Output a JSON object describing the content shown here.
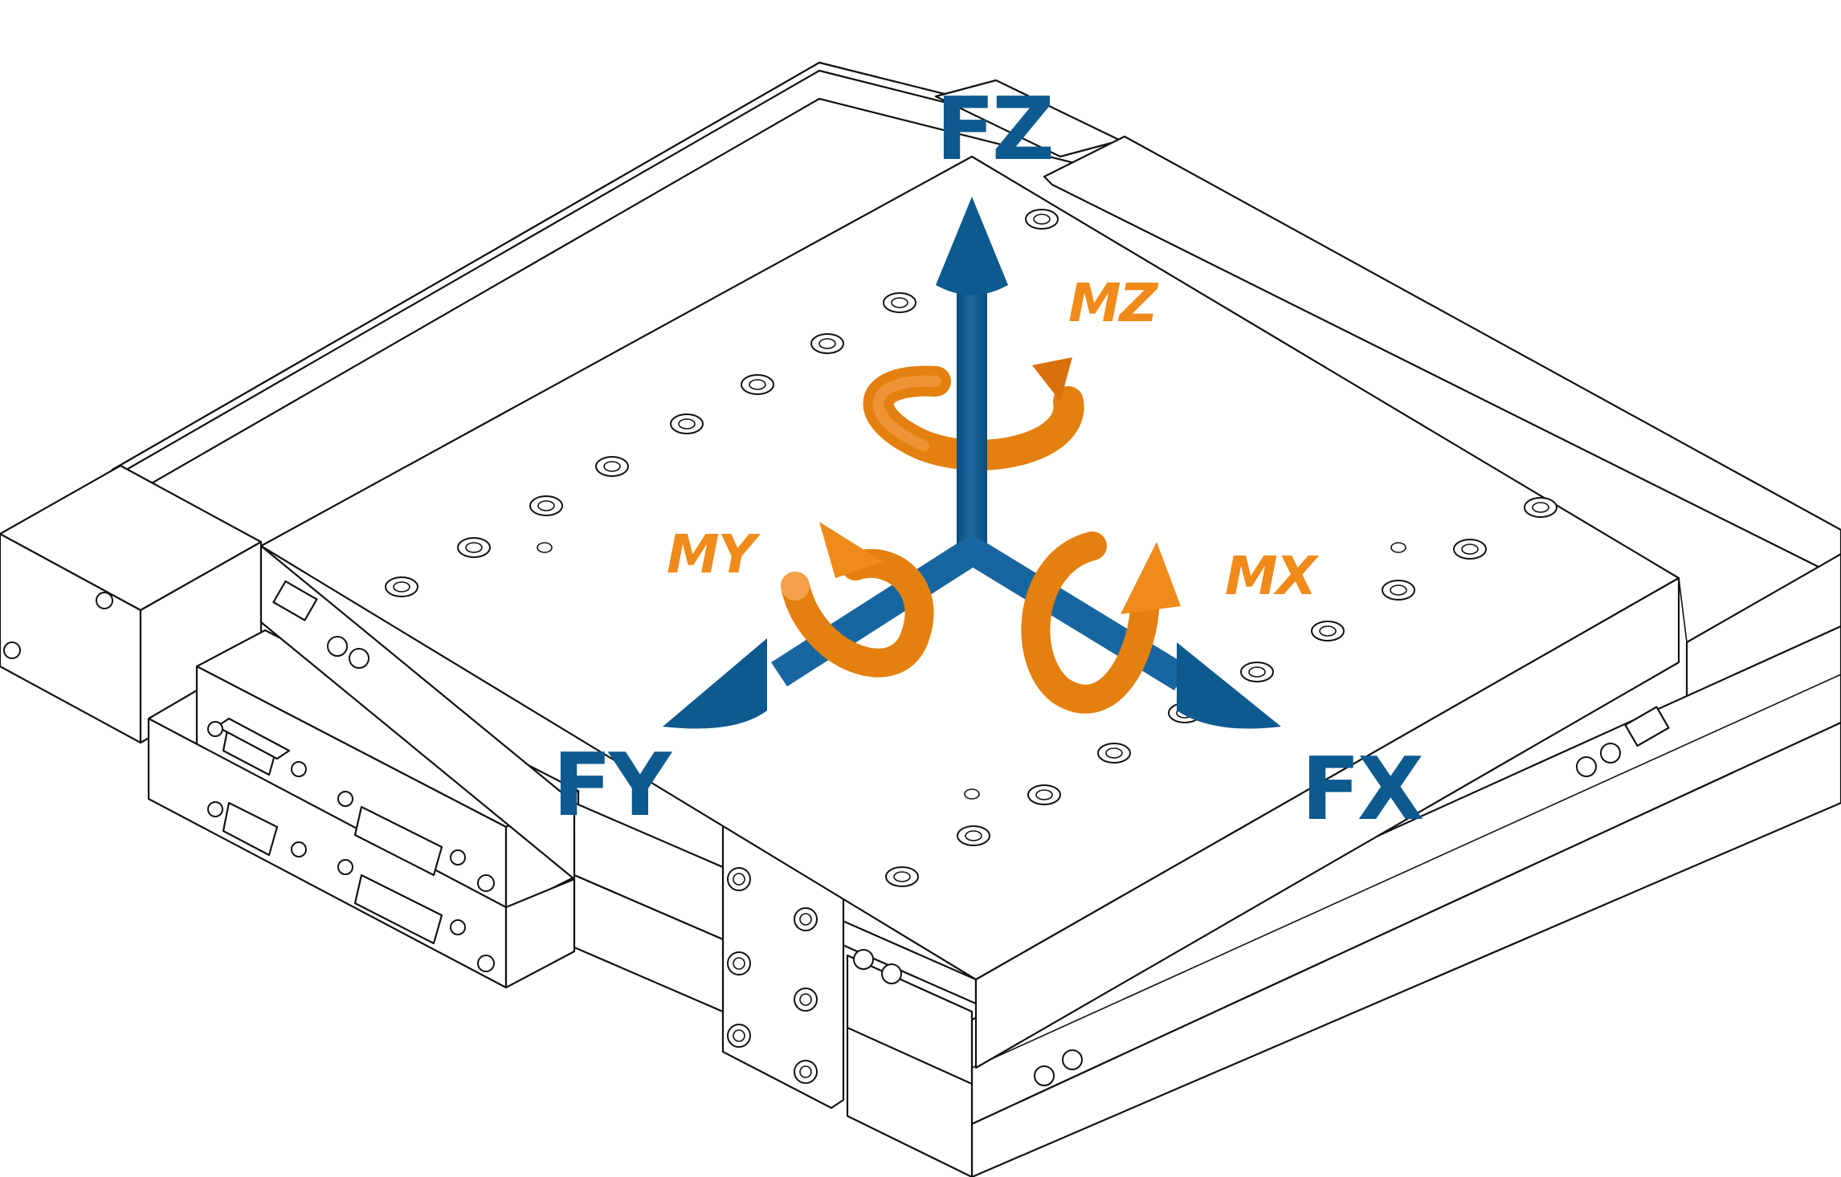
{
  "diagram": {
    "axes": [
      {
        "id": "fz",
        "label": "FZ",
        "kind": "force"
      },
      {
        "id": "fx",
        "label": "FX",
        "kind": "force"
      },
      {
        "id": "fy",
        "label": "FY",
        "kind": "force"
      }
    ],
    "moments": [
      {
        "id": "mz",
        "label": "MZ",
        "kind": "moment"
      },
      {
        "id": "mx",
        "label": "MX",
        "kind": "moment"
      },
      {
        "id": "my",
        "label": "MY",
        "kind": "moment"
      }
    ],
    "colors": {
      "force": "#0d5a8f",
      "moment": "#f08a1a",
      "line": "#111111",
      "background": "#ffffff"
    }
  }
}
